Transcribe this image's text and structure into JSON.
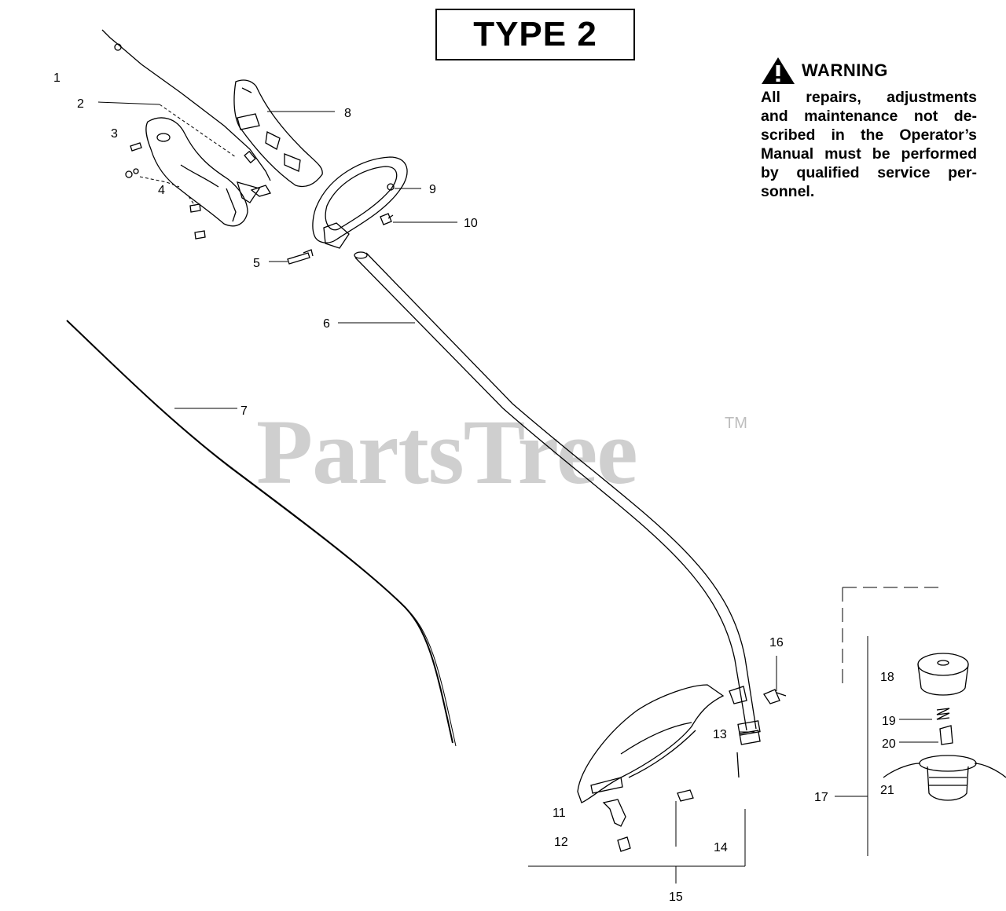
{
  "header": {
    "type_label": "TYPE 2"
  },
  "warning": {
    "icon": "warning-triangle-icon",
    "title": "WARNING",
    "lines": [
      "All repairs, adjustments",
      "and maintenance not de-",
      "scribed in the Operator’s",
      "Manual must be performed",
      "by qualified service per-",
      "sonnel."
    ]
  },
  "watermark": {
    "text": "PartsTree",
    "tm": "TM"
  },
  "callouts": {
    "c1": "1",
    "c2": "2",
    "c3": "3",
    "c4": "4",
    "c5": "5",
    "c6": "6",
    "c7": "7",
    "c8": "8",
    "c9": "9",
    "c10": "10",
    "c11": "11",
    "c12": "12",
    "c13": "13",
    "c14": "14",
    "c15": "15",
    "c16": "16",
    "c17": "17",
    "c18": "18",
    "c19": "19",
    "c20": "20",
    "c21": "21"
  }
}
